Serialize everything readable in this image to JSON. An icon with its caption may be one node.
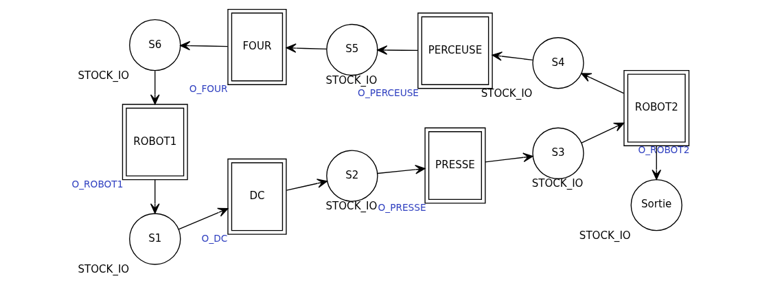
{
  "diagram": {
    "nodes": [
      {
        "text": [
          "S6"
        ],
        "beside": [
          "STOCK_IO"
        ]
      },
      {
        "text": [
          "FOUR"
        ],
        "beside": [
          "O_FOUR"
        ]
      },
      {
        "text": [
          "S5"
        ],
        "beside": [
          "STOCK_IO"
        ]
      },
      {
        "text": [
          "PERCEUSE"
        ],
        "beside": [
          "O_PERCEUSE"
        ]
      },
      {
        "text": [
          "S4"
        ],
        "beside": [
          "STOCK_IO"
        ]
      },
      {
        "text": [
          "Sortie"
        ],
        "beside": [
          "STOCK_IO"
        ]
      },
      {
        "text": [
          "ROBOT1"
        ],
        "beside": [
          "O_ROBOT1"
        ]
      },
      {
        "text": [
          "ROBOT2"
        ],
        "beside": [
          "O_ROBOT2"
        ]
      },
      {
        "text": [
          "S1"
        ],
        "beside": [
          "STOCK_IO"
        ]
      },
      {
        "text": [
          "DC"
        ],
        "beside": [
          "O_DC"
        ]
      },
      {
        "text": [
          "S2"
        ],
        "beside": [
          "STOCK_IO"
        ]
      },
      {
        "text": [
          "PRESSE"
        ],
        "beside": [
          "O_PRESSE"
        ]
      },
      {
        "text": [
          "S3"
        ],
        "beside": [
          "STOCK_IO"
        ]
      }
    ],
    "edges": [
      {
        "from": 8,
        "to": 9,
        "arrow": "to"
      },
      {
        "from": 9,
        "to": 10,
        "arrow": "to"
      },
      {
        "from": 10,
        "to": 11,
        "arrow": "to"
      },
      {
        "from": 11,
        "to": 12,
        "arrow": "to"
      },
      {
        "from": 12,
        "to": 7,
        "arrow": "to"
      },
      {
        "from": 7,
        "to": 4,
        "arrow": "to"
      },
      {
        "from": 7,
        "to": 5,
        "arrow": "to"
      },
      {
        "from": 4,
        "to": 3,
        "arrow": "to"
      },
      {
        "from": 3,
        "to": 2,
        "arrow": "to"
      },
      {
        "from": 2,
        "to": 1,
        "arrow": "to"
      },
      {
        "from": 1,
        "to": 0,
        "arrow": "to"
      },
      {
        "from": 0,
        "to": 6,
        "arrow": "to"
      },
      {
        "from": 6,
        "to": 8,
        "arrow": "to"
      }
    ]
  }
}
